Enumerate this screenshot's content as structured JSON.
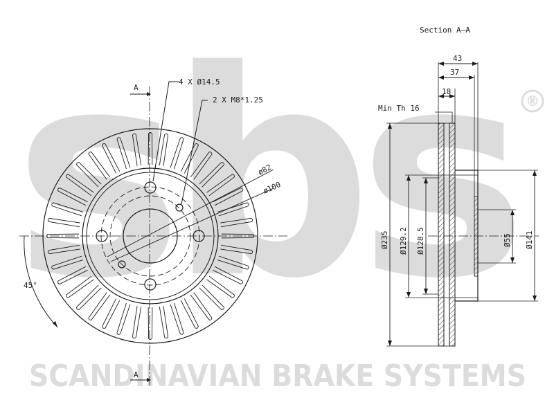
{
  "watermark": {
    "logo_text": "sbs",
    "registered_mark": "®",
    "brand_name": "SCANDINAVIAN BRAKE SYSTEMS"
  },
  "front_view": {
    "section_marks": [
      "A",
      "A"
    ],
    "bolt_holes_label": "4 X Ø14.5",
    "thread_holes_label": "2 X M8*1.25",
    "angle_label": "45°",
    "pcd_82_label": "ø82",
    "pcd_100_label": "ø100"
  },
  "section_view": {
    "title": "Section A–A",
    "width_43": "43",
    "width_37": "37",
    "width_18": "18",
    "min_th": "Min Th 16",
    "dia_235": "Ø235",
    "dia_129_2": "Ø129.2",
    "dia_128_5": "Ø128.5",
    "dia_55": "Ø55",
    "dia_141": "Ø141"
  },
  "colors": {
    "line": "#1a1a1a",
    "watermark": "#dcdcdc",
    "hatch": "#333333"
  }
}
